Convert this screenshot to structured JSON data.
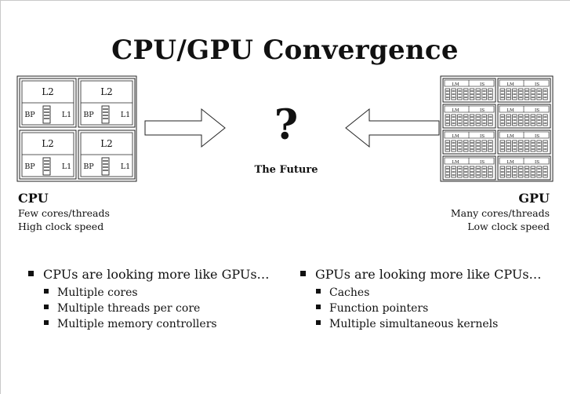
{
  "slide": {
    "title": "CPU/GPU Convergence",
    "future_symbol": "?",
    "future_label": "The Future"
  },
  "cpu": {
    "heading": "CPU",
    "lines": [
      "Few cores/threads",
      "High clock speed"
    ],
    "core_labels": {
      "cache": "L2",
      "predictor": "BP",
      "l1": "L1"
    }
  },
  "gpu": {
    "heading": "GPU",
    "lines": [
      "Many cores/threads",
      "Low clock speed"
    ],
    "sm_labels": {
      "local_memory": "LM",
      "issue": "IS"
    }
  },
  "bullets": {
    "left": {
      "main": "CPUs are looking more like GPUs…",
      "items": [
        "Multiple cores",
        "Multiple threads per core",
        "Multiple memory controllers"
      ]
    },
    "right": {
      "main": "GPUs are looking more like CPUs…",
      "items": [
        "Caches",
        "Function pointers",
        "Multiple simultaneous kernels"
      ]
    }
  }
}
